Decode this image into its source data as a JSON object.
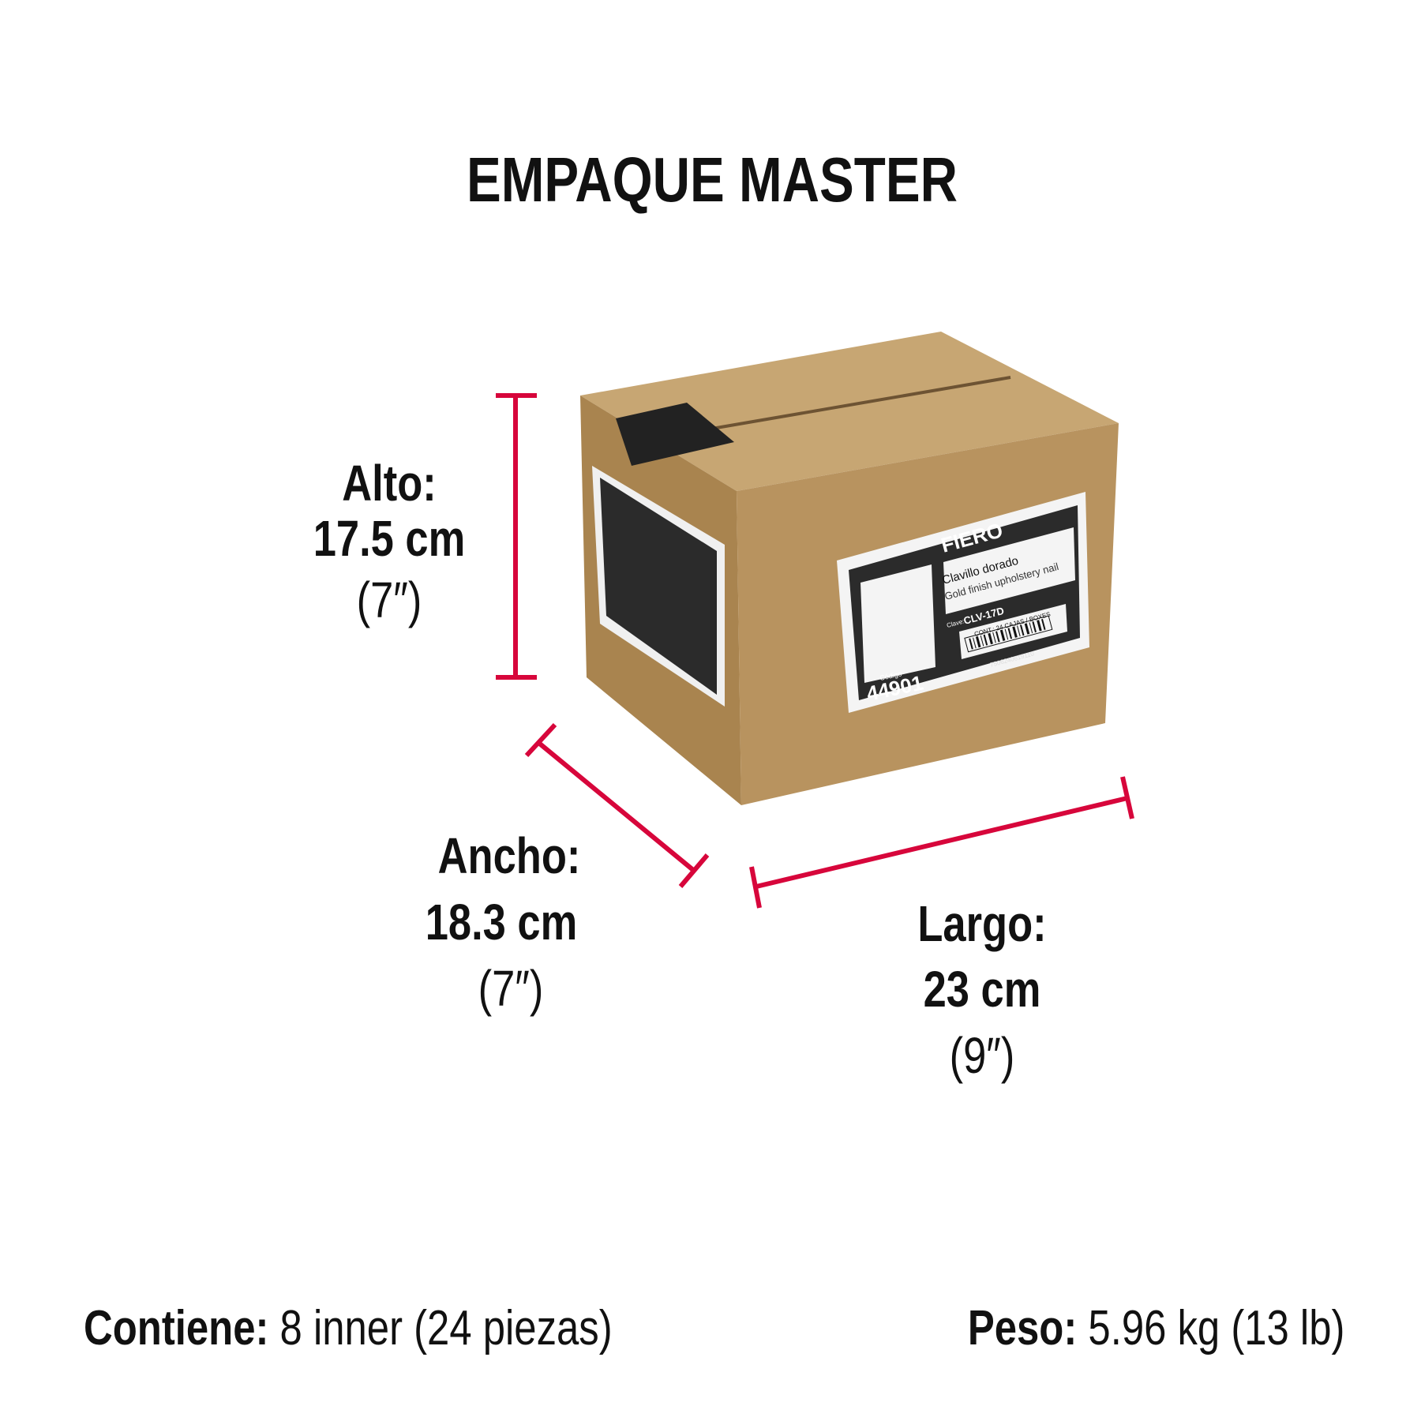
{
  "title": "EMPAQUE MASTER",
  "dimensions": {
    "alto": {
      "label": "Alto:",
      "metric": "17.5 cm",
      "imperial": "(7″)"
    },
    "ancho": {
      "label": "Ancho:",
      "metric": "18.3 cm",
      "imperial": "(7″)"
    },
    "largo": {
      "label": "Largo:",
      "metric": "23 cm",
      "imperial": "(9″)"
    }
  },
  "footer": {
    "contiene_label": "Contiene:",
    "contiene_value": "8 inner (24 piezas)",
    "peso_label": "Peso:",
    "peso_value": "5.96 kg (13 lb)"
  },
  "box_label": {
    "brand": "FIERO",
    "product_es": "Clavillo dorado",
    "product_en": "Gold finish upholstery nail",
    "clave_label": "Clave:",
    "clave": "CLV-17D",
    "cont": "CONT.: 24 CAJAS / BOXES",
    "codigo_label": "Código",
    "codigo": "44901",
    "barcode_number": "7506240619110"
  },
  "colors": {
    "accent": "#d7063b",
    "cardboard": "#b8935f",
    "text": "#111111"
  }
}
